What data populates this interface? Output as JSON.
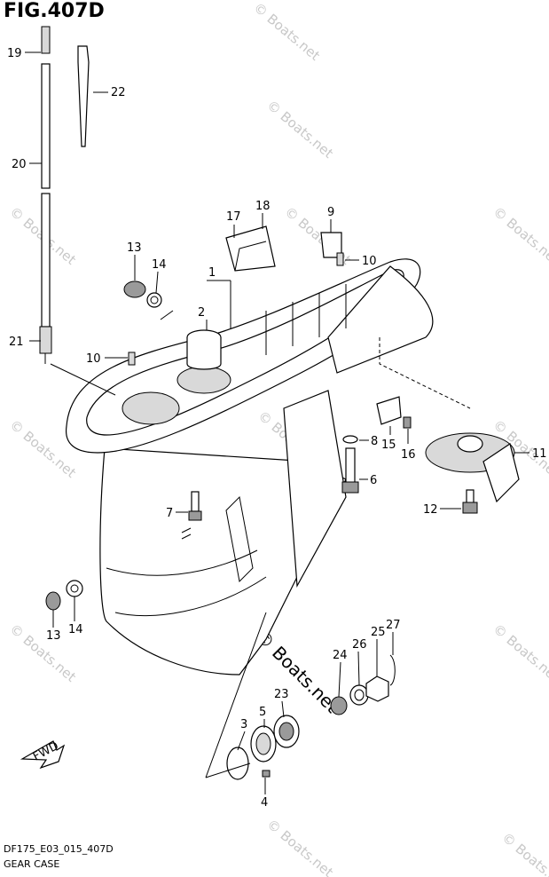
{
  "figure": {
    "title": "FIG.407D",
    "code": "DF175_E03_015_407D",
    "caption": "GEAR CASE"
  },
  "watermark": {
    "text": "© Boats.net",
    "center_text": "© Boats.net"
  },
  "direction_label": "FWD",
  "callouts": [
    "1",
    "2",
    "3",
    "4",
    "5",
    "6",
    "7",
    "8",
    "9",
    "10",
    "10",
    "11",
    "12",
    "13",
    "13",
    "14",
    "14",
    "15",
    "16",
    "17",
    "18",
    "19",
    "20",
    "21",
    "22",
    "23",
    "24",
    "25",
    "26",
    "27"
  ]
}
